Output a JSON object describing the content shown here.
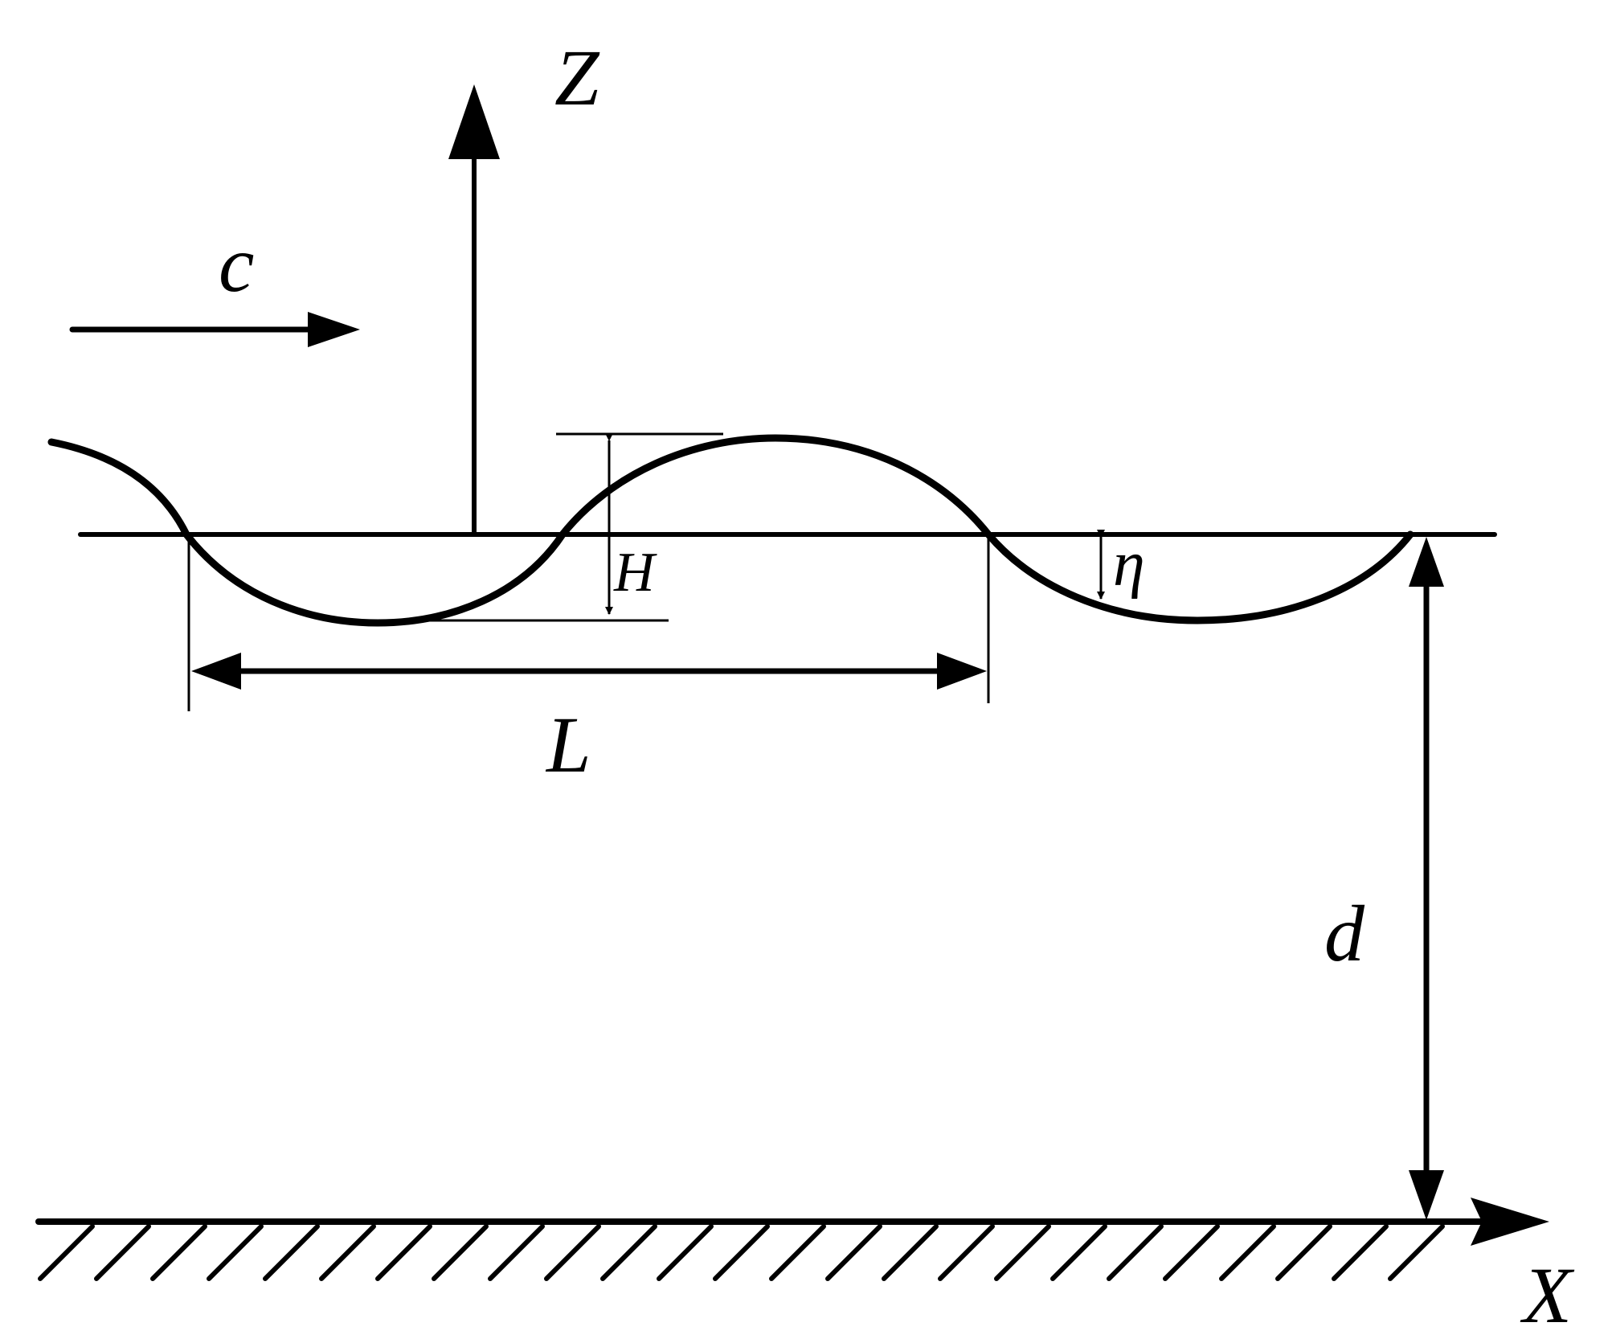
{
  "labels": {
    "z_axis": "Z",
    "x_axis": "X",
    "wave_speed": "c",
    "wave_height": "H",
    "wavelength": "L",
    "surface_elevation": "η",
    "water_depth": "d"
  },
  "colors": {
    "ink": "#000000",
    "background": "#ffffff"
  }
}
